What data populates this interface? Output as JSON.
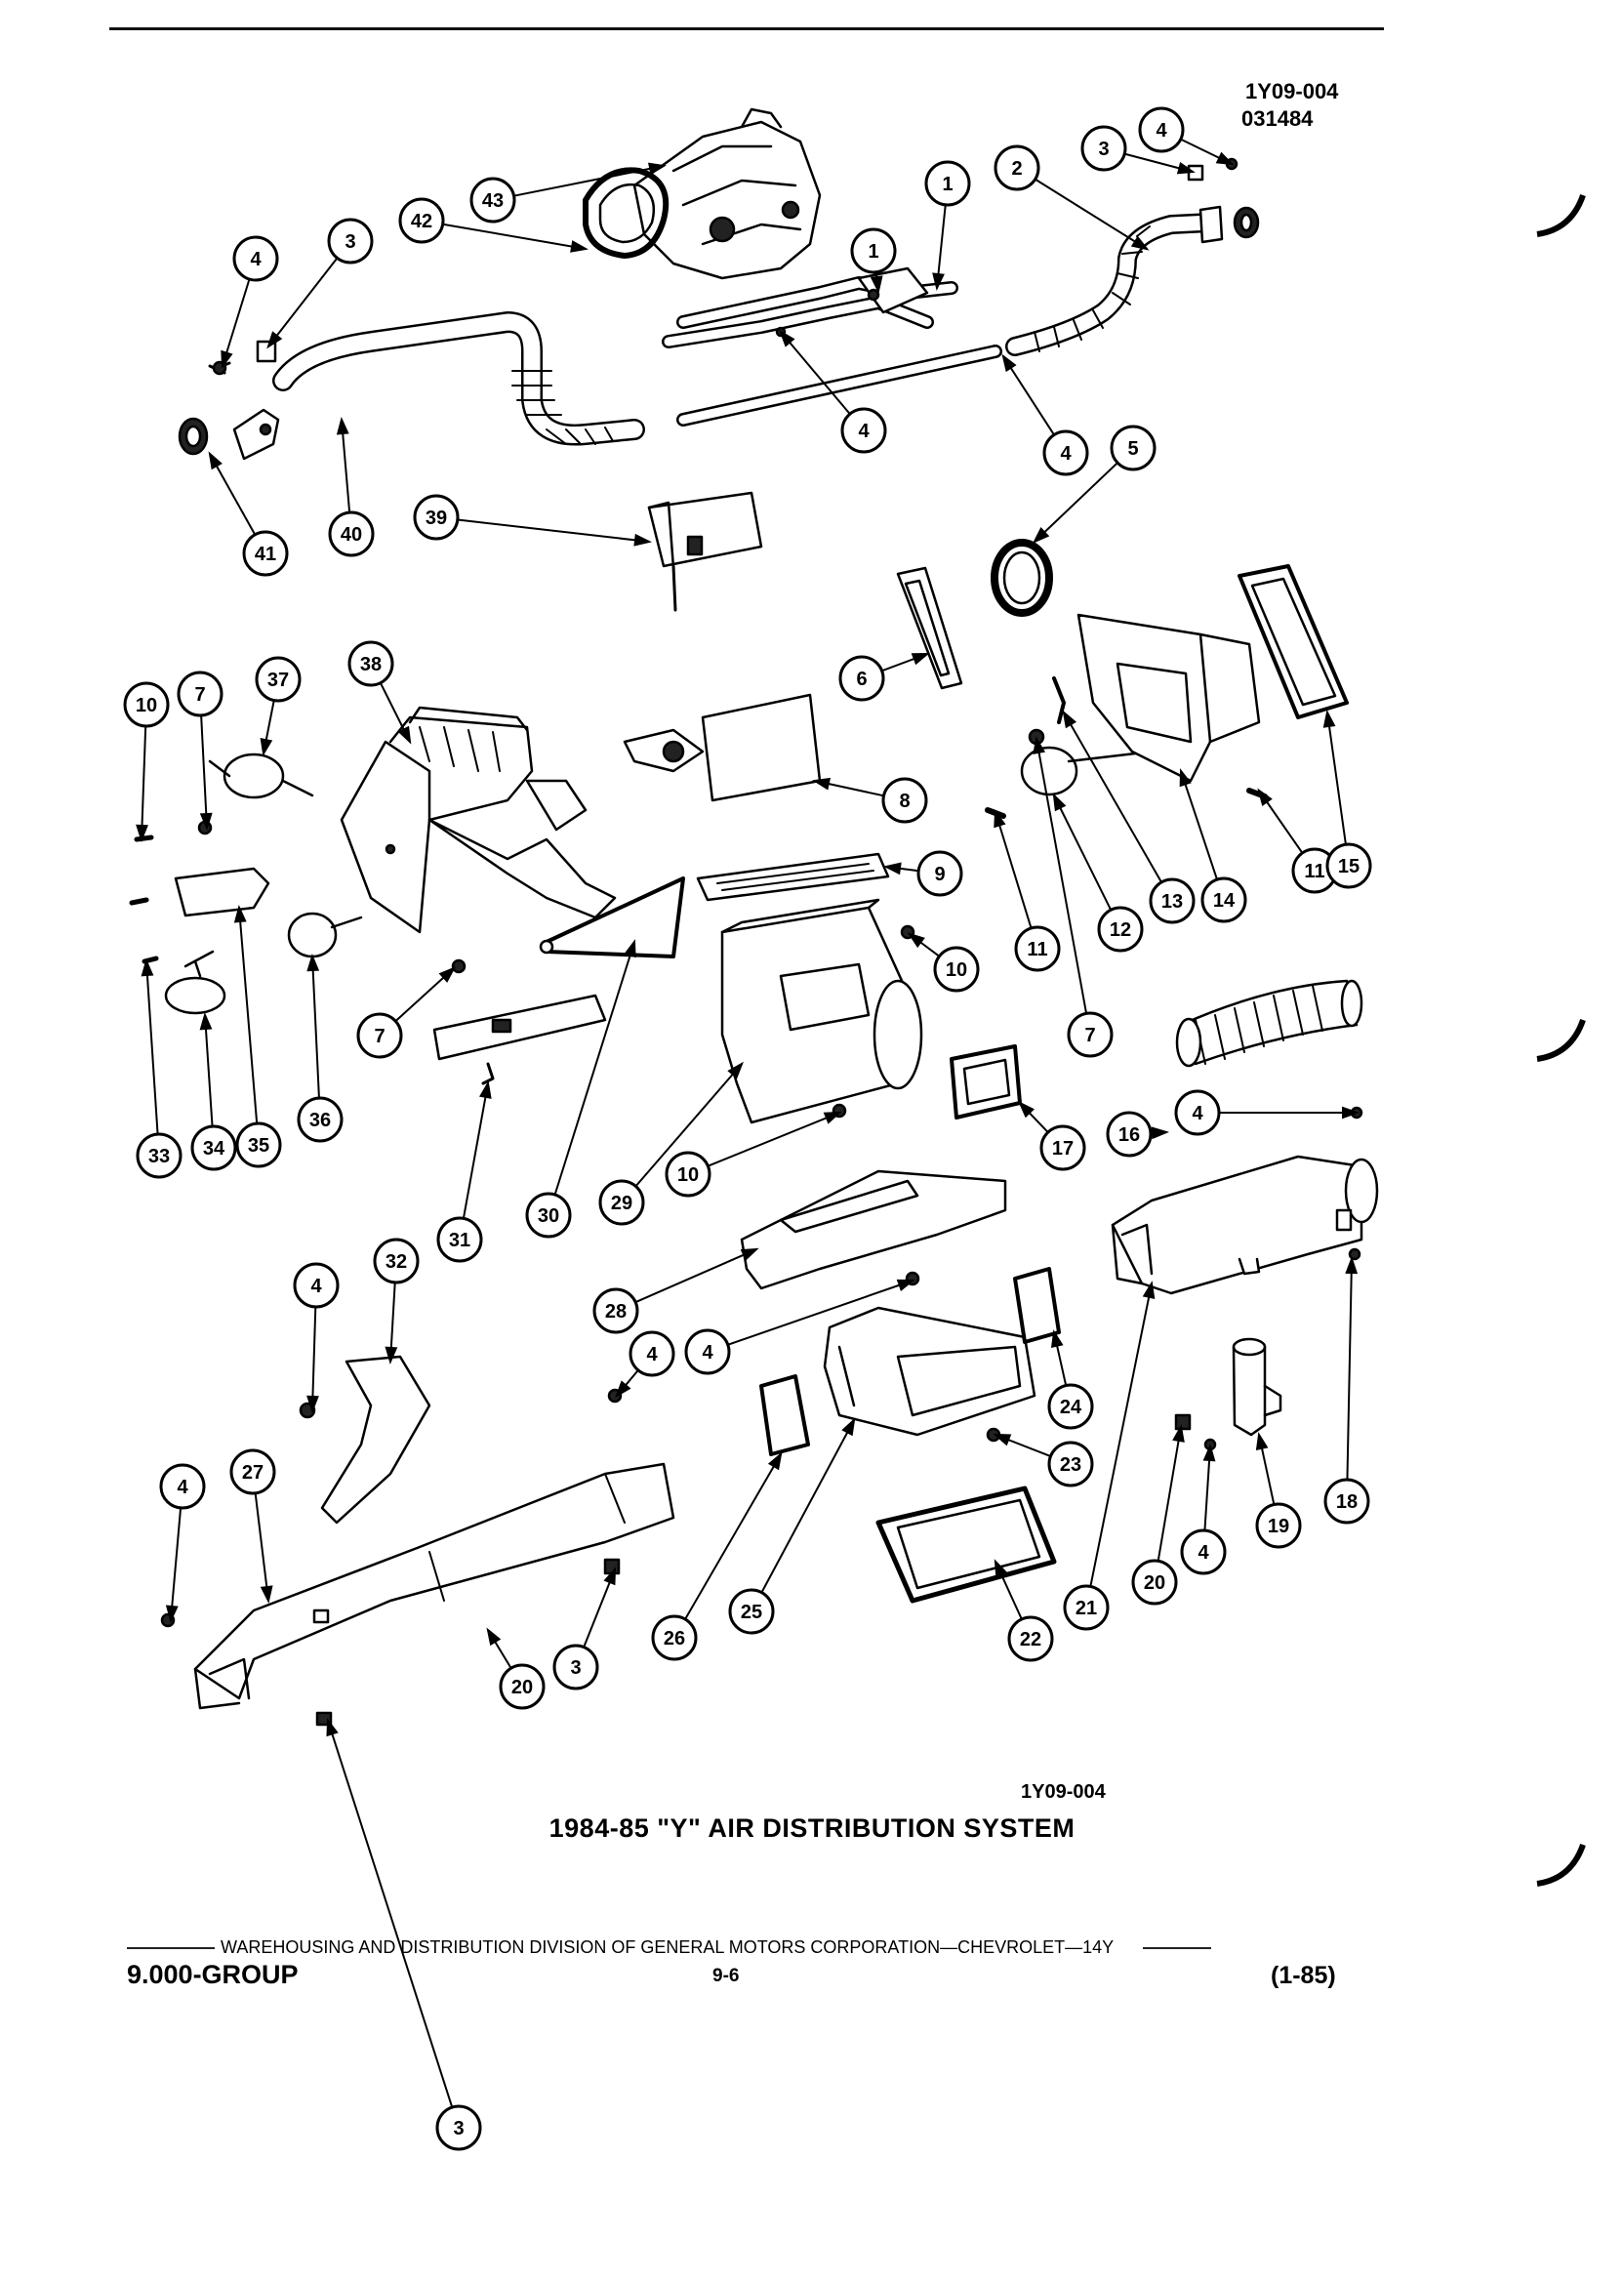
{
  "header": {
    "figure_code": "1Y09-004",
    "date_code": "031484"
  },
  "callouts": [
    {
      "n": "1"
    },
    {
      "n": "1"
    },
    {
      "n": "2"
    },
    {
      "n": "3"
    },
    {
      "n": "3"
    },
    {
      "n": "3"
    },
    {
      "n": "3"
    },
    {
      "n": "4"
    },
    {
      "n": "4"
    },
    {
      "n": "4"
    },
    {
      "n": "4"
    },
    {
      "n": "4"
    },
    {
      "n": "4"
    },
    {
      "n": "4"
    },
    {
      "n": "4"
    },
    {
      "n": "4"
    },
    {
      "n": "4"
    },
    {
      "n": "5"
    },
    {
      "n": "6"
    },
    {
      "n": "7"
    },
    {
      "n": "7"
    },
    {
      "n": "7"
    },
    {
      "n": "8"
    },
    {
      "n": "9"
    },
    {
      "n": "10"
    },
    {
      "n": "10"
    },
    {
      "n": "10"
    },
    {
      "n": "11"
    },
    {
      "n": "11"
    },
    {
      "n": "12"
    },
    {
      "n": "13"
    },
    {
      "n": "14"
    },
    {
      "n": "15"
    },
    {
      "n": "16"
    },
    {
      "n": "17"
    },
    {
      "n": "18"
    },
    {
      "n": "19"
    },
    {
      "n": "20"
    },
    {
      "n": "20"
    },
    {
      "n": "21"
    },
    {
      "n": "22"
    },
    {
      "n": "23"
    },
    {
      "n": "24"
    },
    {
      "n": "25"
    },
    {
      "n": "26"
    },
    {
      "n": "27"
    },
    {
      "n": "28"
    },
    {
      "n": "29"
    },
    {
      "n": "30"
    },
    {
      "n": "31"
    },
    {
      "n": "32"
    },
    {
      "n": "33"
    },
    {
      "n": "34"
    },
    {
      "n": "35"
    },
    {
      "n": "36"
    },
    {
      "n": "37"
    },
    {
      "n": "38"
    },
    {
      "n": "39"
    },
    {
      "n": "40"
    },
    {
      "n": "41"
    },
    {
      "n": "42"
    },
    {
      "n": "43"
    }
  ],
  "figure": {
    "bottom_code": "1Y09-004",
    "caption": "1984-85 \"Y\" AIR DISTRIBUTION SYSTEM"
  },
  "footer": {
    "publisher": "WAREHOUSING AND DISTRIBUTION  DIVISION OF GENERAL MOTORS CORPORATION—CHEVROLET—14Y",
    "group": "9.000-GROUP",
    "page": "9-6",
    "revision": "(1-85)"
  }
}
